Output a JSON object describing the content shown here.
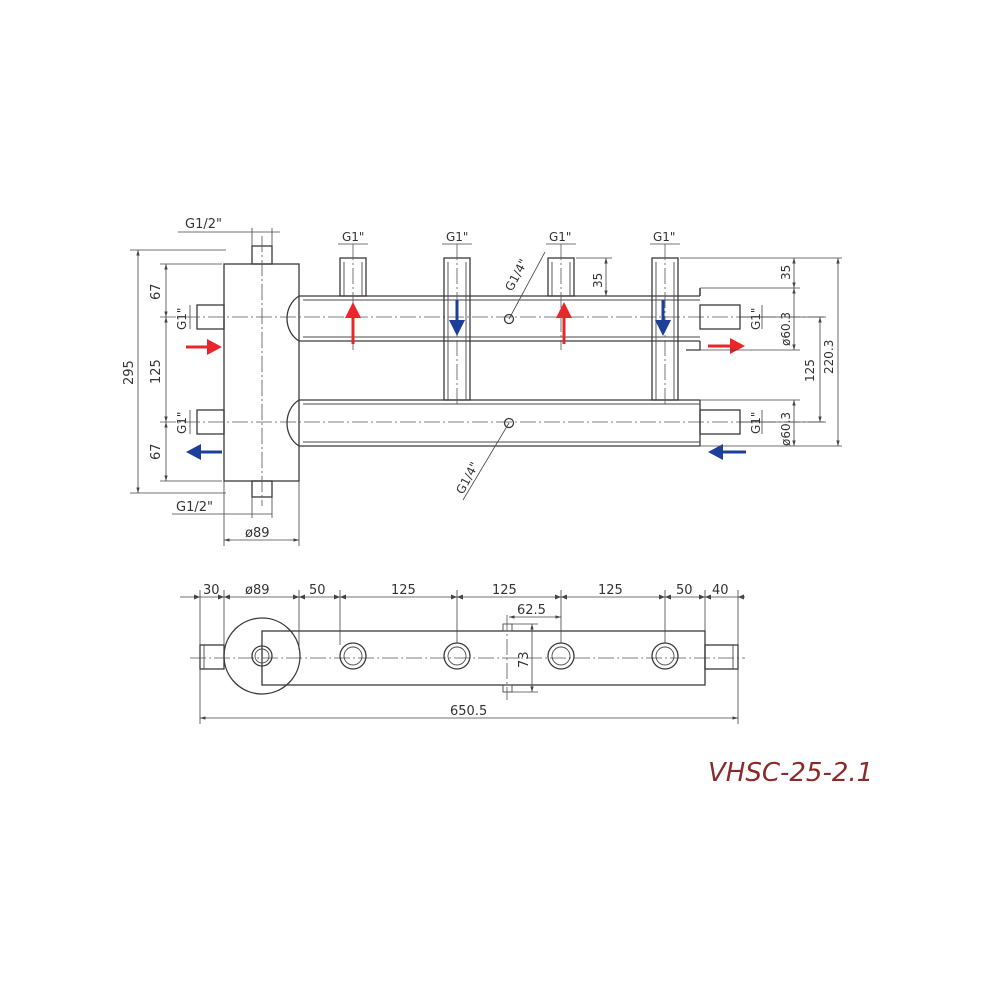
{
  "model": "VHSC-25-2.1",
  "colors": {
    "hot": "#e8272a",
    "cold": "#1d3f9a",
    "model": "#8b2a2a",
    "line": "#3a3a3a"
  },
  "threads": {
    "vent_top": "G1/2\"",
    "vent_bottom": "G1/2\"",
    "branch": "G1\"",
    "sensor_top": "G1/4\"",
    "sensor_bottom": "G1/4\""
  },
  "front_view": {
    "height_total": "295",
    "dim_67_top": "67",
    "dim_125_left": "125",
    "dim_67_bottom": "67",
    "dim_35_nozzle": "35",
    "dim_35_right": "35",
    "dia_60_top": "ø60.3",
    "dia_60_bottom": "ø60.3",
    "dim_125_right": "125",
    "dim_220": "220.3",
    "dia_89": "ø89"
  },
  "top_view": {
    "dims": [
      "30",
      "ø89",
      "50",
      "125",
      "125",
      "125",
      "50",
      "40"
    ],
    "dim_62_5": "62.5",
    "dim_73": "73",
    "length_total": "650.5"
  }
}
